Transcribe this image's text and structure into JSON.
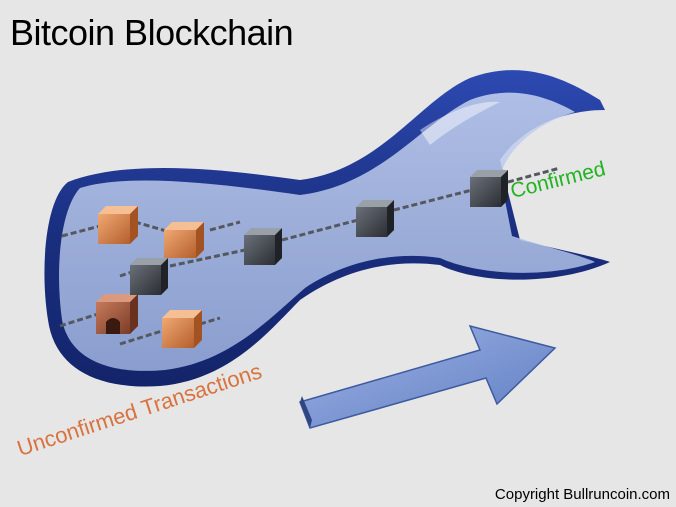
{
  "title": "Bitcoin Blockchain",
  "labels": {
    "confirmed": "Confirmed",
    "unconfirmed": "Unconfirmed Transactions"
  },
  "copyright": "Copyright Bullruncoin.com",
  "colors": {
    "background": "#e6e6e6",
    "tube": "#1f3a8f",
    "tube_glass": "#a9bde6",
    "arrow": "#7f9ad6",
    "confirmed_block": "#3c4047",
    "unconfirmed_block": "#d98a55",
    "confirmed_text": "#22b322",
    "unconfirmed_text": "#d9733f"
  },
  "icons": {
    "confirmed_block": "gray-cube-icon",
    "unconfirmed_block": "orange-cube-icon",
    "pending_block": "brown-cube-with-arch-icon",
    "link": "chain-link-icon",
    "direction": "arrow-icon"
  }
}
